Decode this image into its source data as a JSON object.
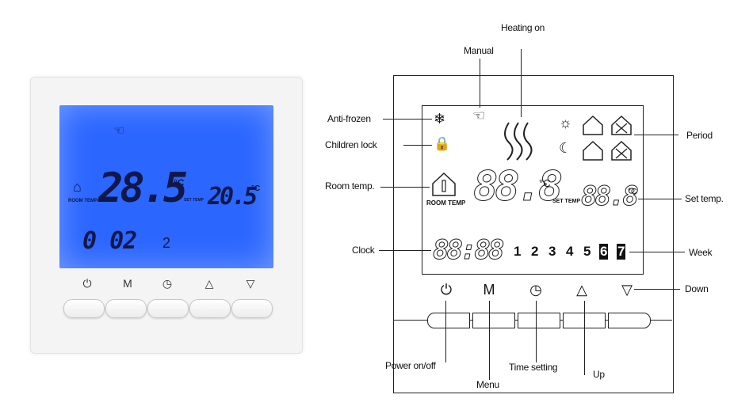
{
  "photo": {
    "room_temp_label": "ROOM TEMP",
    "room_temp": "28.5",
    "unit": "°C",
    "set_temp_label": "SET TEMP",
    "set_temp": "20.5",
    "clock": "0 02",
    "day": "2",
    "buttons": [
      "⏻",
      "M",
      "◷",
      "△",
      "▽"
    ]
  },
  "display": {
    "room_temp_label": "ROOM TEMP",
    "set_temp_label": "SET TEMP",
    "room_digits": "88.8",
    "set_digits": "88.8",
    "clock_digits": "88:88",
    "unit": "°C",
    "week_days": [
      "1",
      "2",
      "3",
      "4",
      "5",
      "6",
      "7"
    ],
    "buttons": [
      "⏻",
      "M",
      "◷",
      "△",
      "▽"
    ]
  },
  "labels": {
    "heating_on": "Heating on",
    "manual": "Manual",
    "anti_frozen": "Anti-frozen",
    "children_lock": "Children lock",
    "room_temp": "Room temp.",
    "clock": "Clock",
    "period": "Period",
    "set_temp": "Set temp.",
    "week": "Week",
    "down": "Down",
    "power": "Power on/off",
    "menu": "Menu",
    "time_setting": "Time setting",
    "up": "Up"
  },
  "colors": {
    "lcd_backlight": "#2b66ff",
    "outline": "#222222"
  }
}
